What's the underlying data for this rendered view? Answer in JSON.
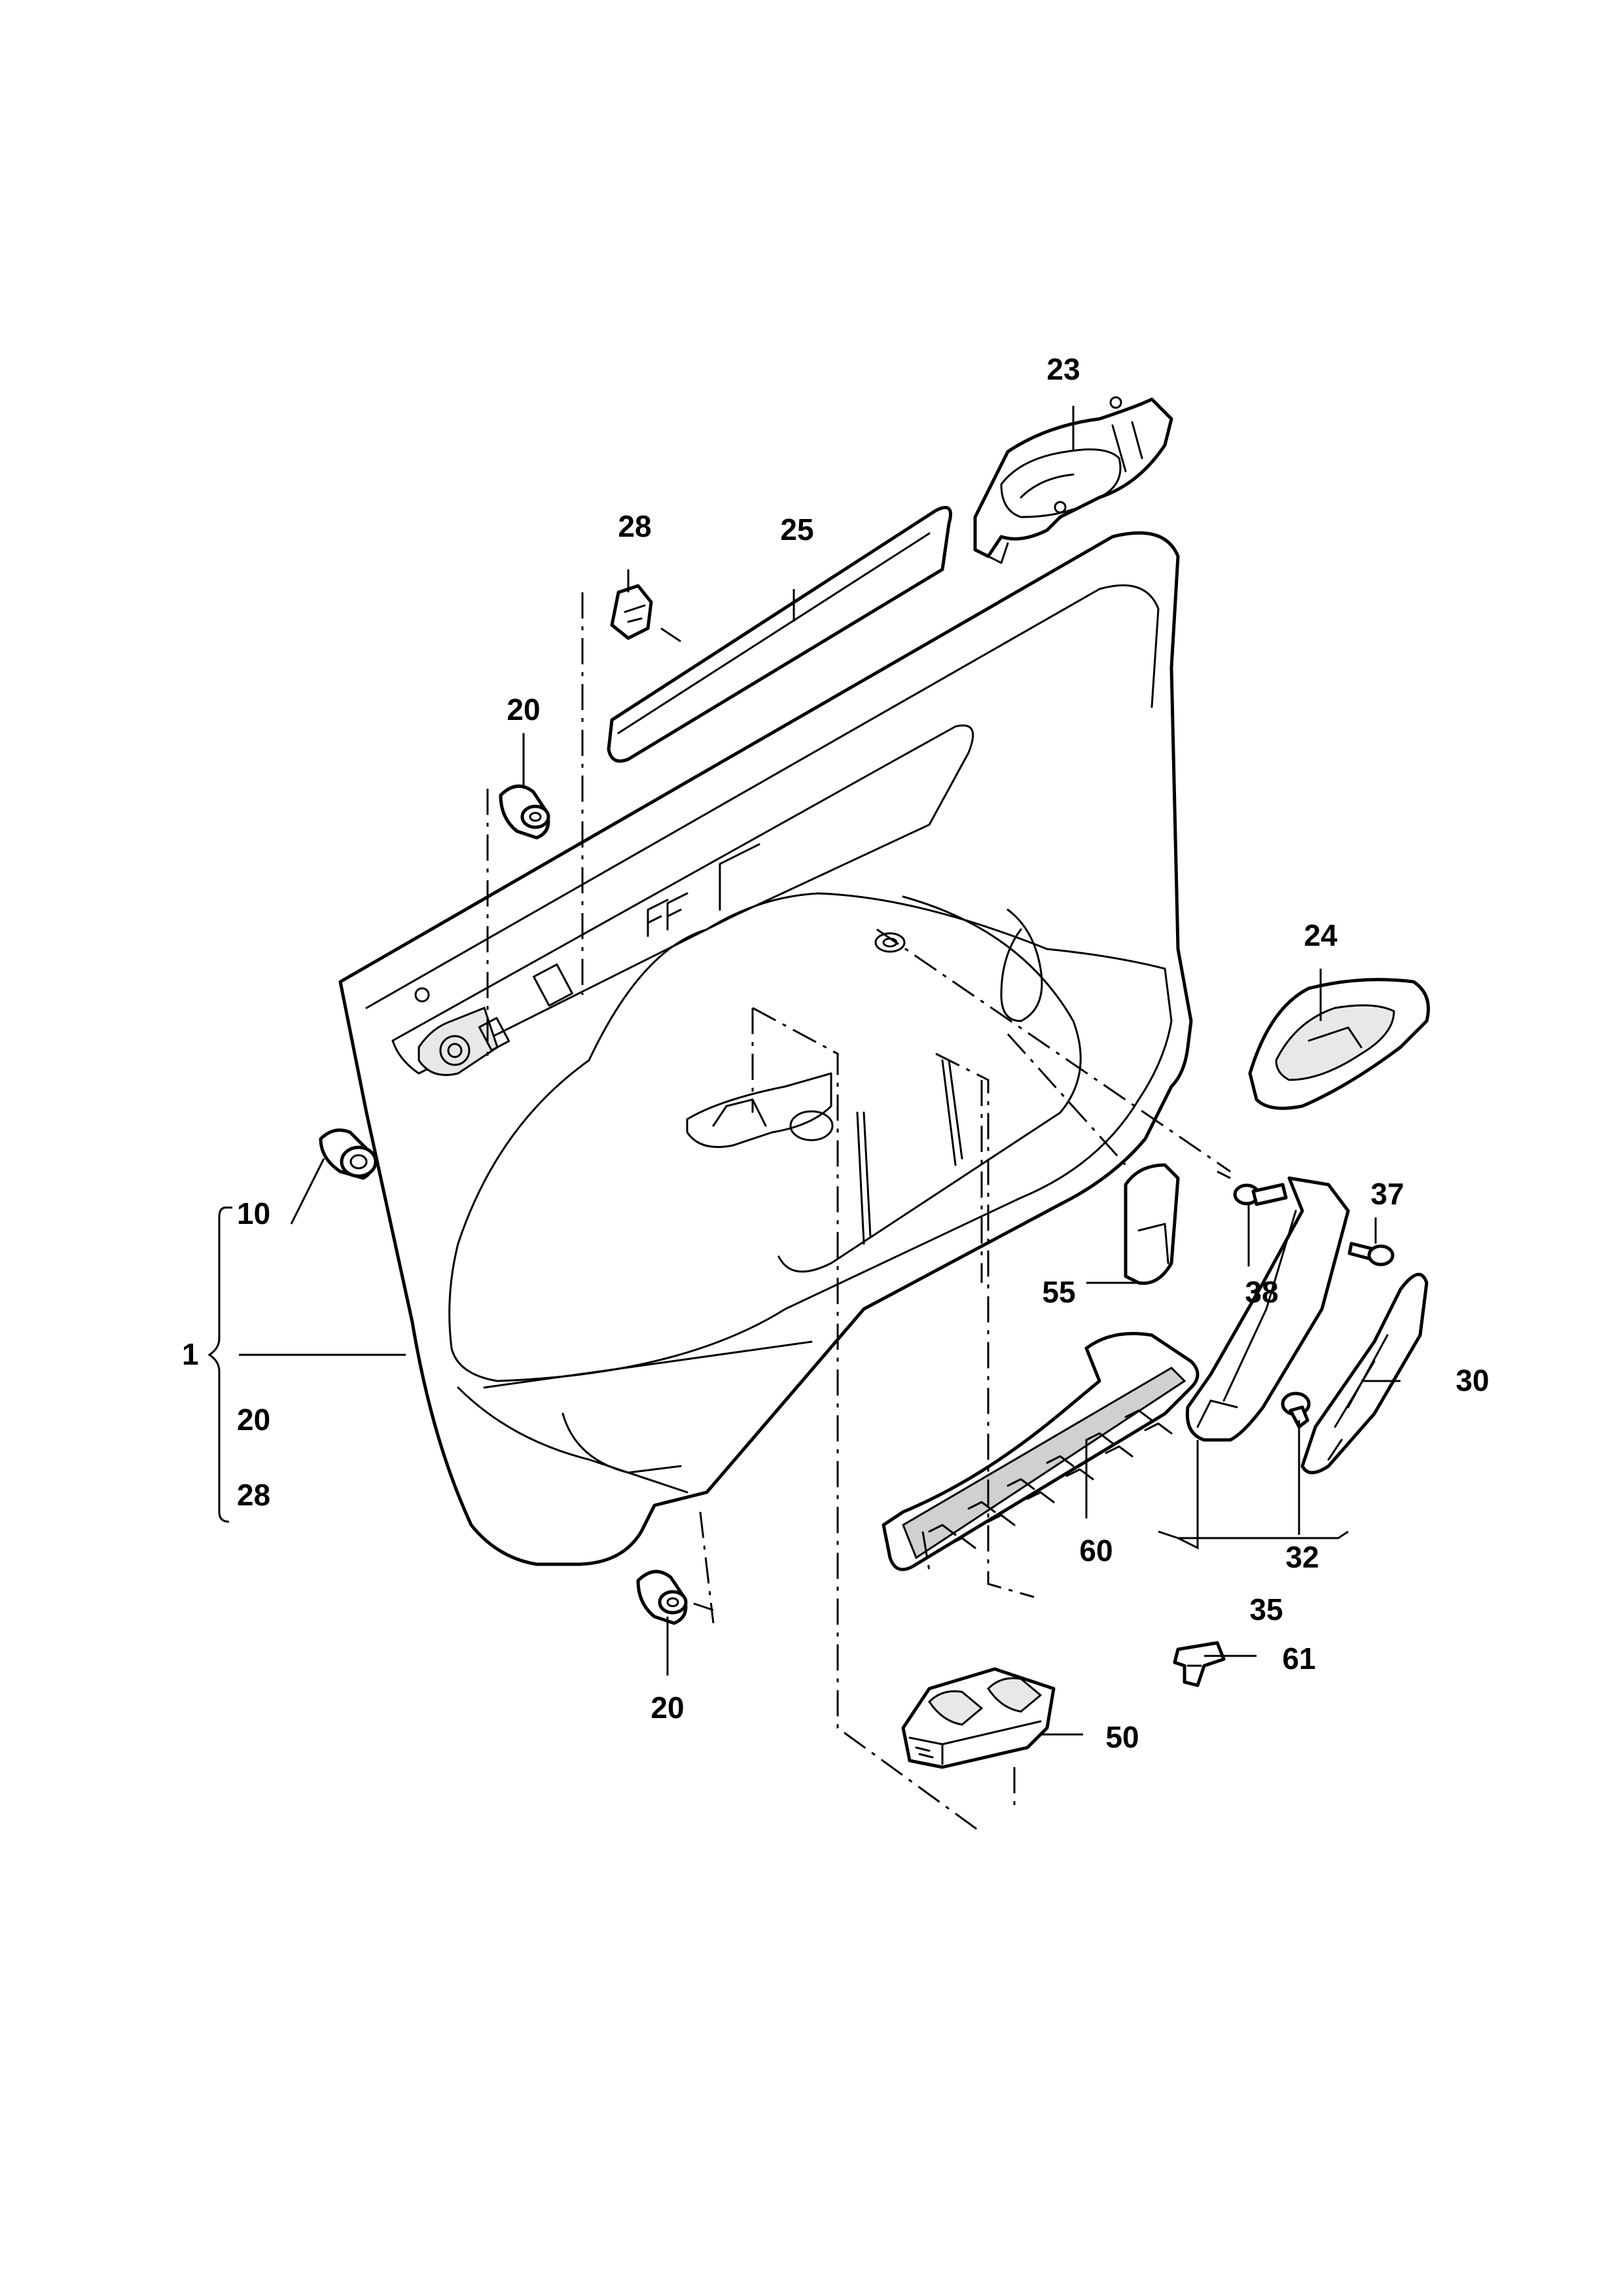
{
  "callouts": {
    "c1": "1",
    "c10": "10",
    "c20_top": "20",
    "c20_group": "20",
    "c28_group": "28",
    "c20_bottom": "20",
    "c23": "23",
    "c24": "24",
    "c25": "25",
    "c28_top": "28",
    "c30": "30",
    "c32": "32",
    "c35": "35",
    "c37": "37",
    "c38": "38",
    "c50": "50",
    "c55": "55",
    "c60": "60",
    "c61": "61"
  }
}
